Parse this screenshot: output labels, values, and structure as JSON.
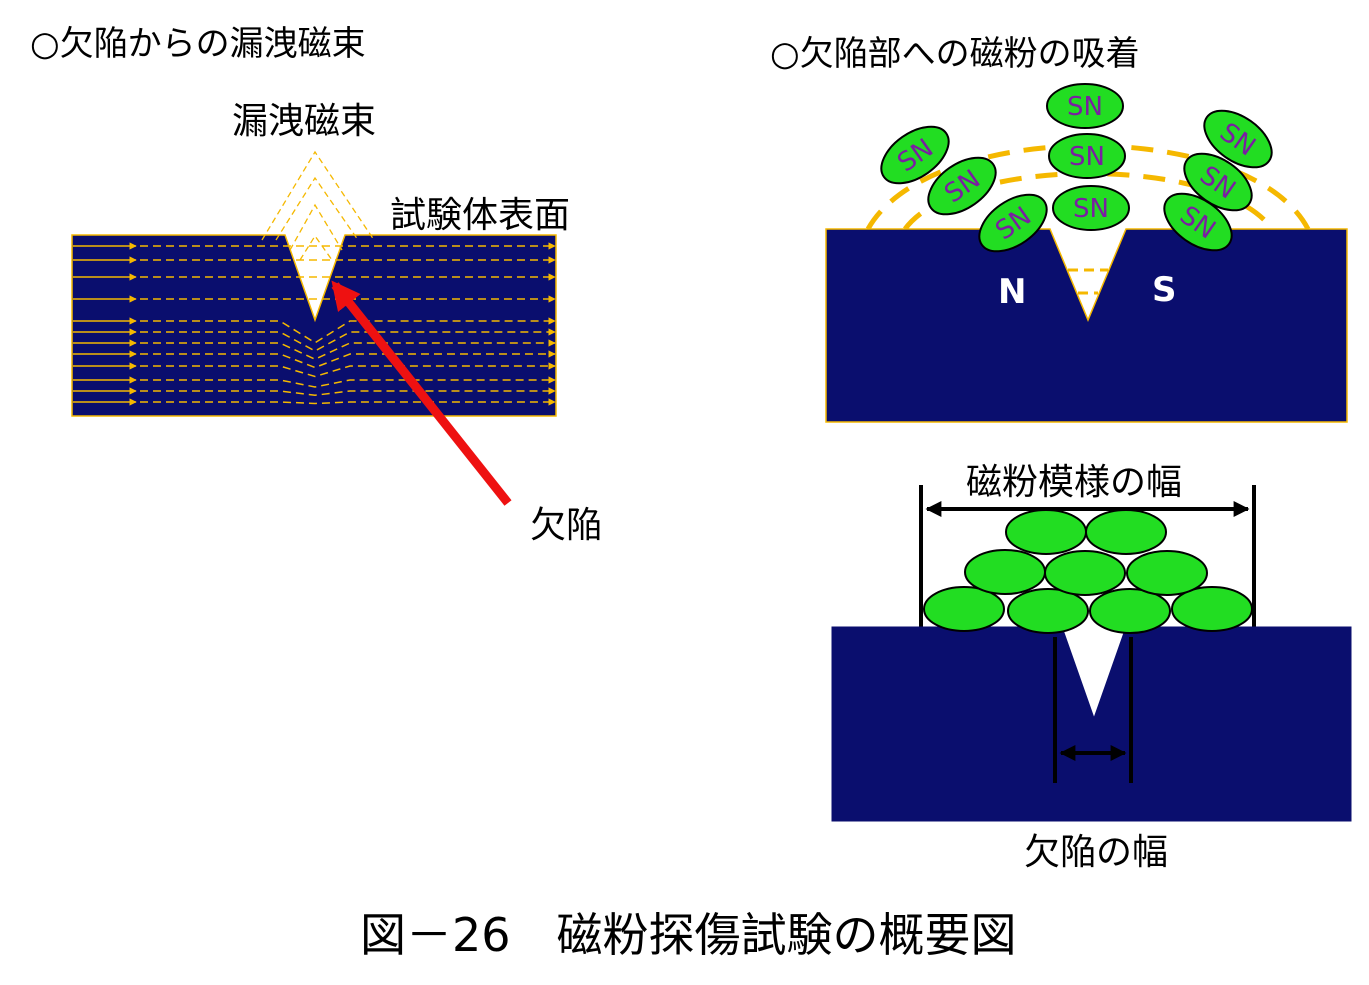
{
  "left_panel": {
    "heading": "○欠陥からの漏洩磁束",
    "leak_flux_label": "漏洩磁束",
    "surface_label": "試験体表面",
    "defect_label": "欠陥"
  },
  "right_top_panel": {
    "heading": "○欠陥部への磁粉の吸着",
    "particle_text": "SN",
    "pole_n": "N",
    "pole_s": "S"
  },
  "right_bottom_panel": {
    "pattern_width_label": "磁粉模様の幅",
    "defect_width_label": "欠陥の幅"
  },
  "caption": "図－26　磁粉探傷試験の概要図",
  "colors": {
    "specimen": "#0a0e6e",
    "flux_line": "#f5b800",
    "particle": "#22dd22",
    "particle_text": "#7a1fa2",
    "defect_arrow": "#ee1111",
    "dimension_line": "#000000"
  }
}
